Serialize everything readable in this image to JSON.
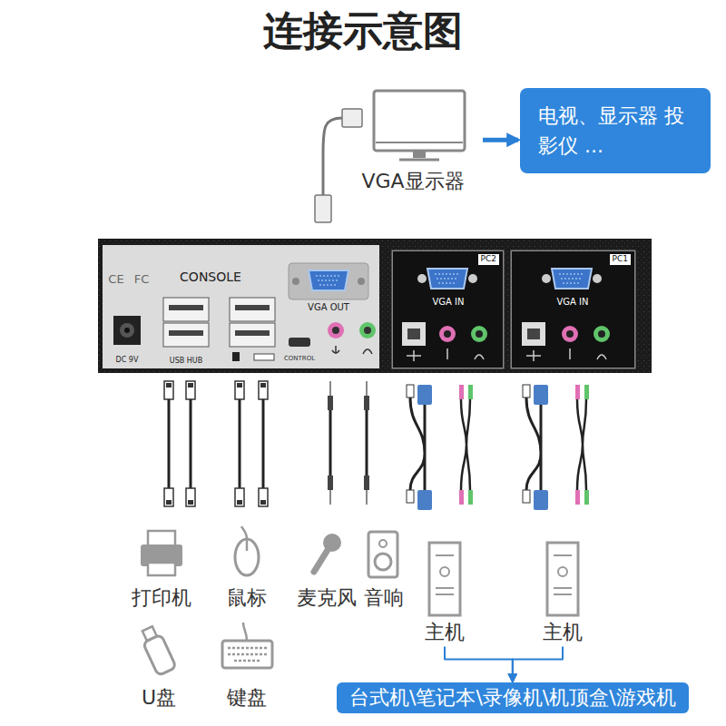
{
  "diagram": {
    "title": "连接示意图",
    "nodes": [
      {
        "text": [
          "VGA显示器"
        ]
      },
      {
        "text": [
          "电视、显示器 投影仪 ..."
        ]
      },
      {
        "text": [
          "PC2",
          "VGA IN"
        ]
      },
      {
        "text": [
          "PC1",
          "VGA IN"
        ]
      },
      {
        "text": [
          "主机"
        ]
      },
      {
        "text": [
          "主机"
        ]
      },
      {
        "text": [
          "台式机\\笔记本\\录像机\\机顶盒\\游戏机"
        ]
      }
    ],
    "edges": [
      {
        "from": 0,
        "to": 1,
        "arrow": "to"
      },
      {
        "from": 4,
        "to": 6,
        "arrow": "to"
      },
      {
        "from": 5,
        "to": 6,
        "arrow": "to"
      }
    ],
    "labels": [
      "CE",
      "FC",
      "CONSOLE",
      "VGA OUT",
      "DC 9V",
      "USB HUB",
      "CONTROL",
      "打印机",
      "鼠标",
      "麦克风",
      "音响",
      "U盘",
      "键盘"
    ]
  }
}
